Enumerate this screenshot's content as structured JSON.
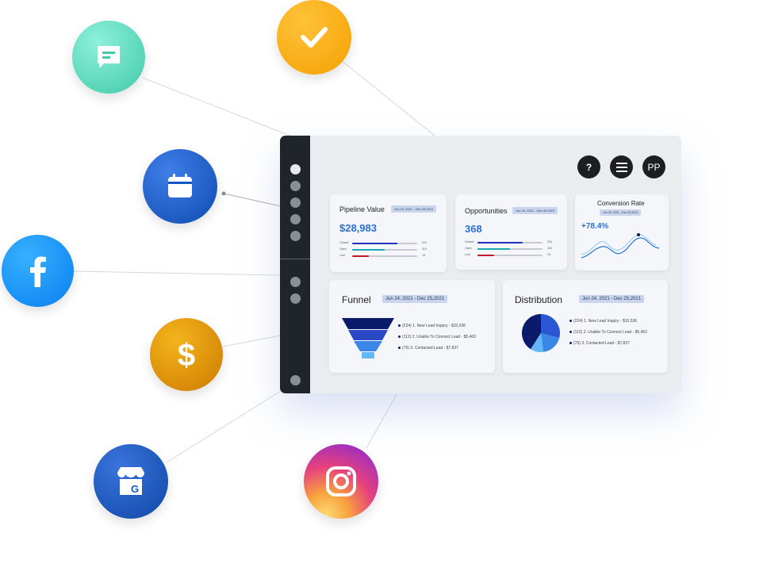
{
  "header": {
    "help_label": "?",
    "avatar_initials": "PP"
  },
  "integrations": [
    "chat-message",
    "checkmark",
    "calendar",
    "facebook",
    "dollar",
    "google-my-business",
    "instagram"
  ],
  "pipeline": {
    "title": "Pipeline Value",
    "badge": "Jun 24, 2021 - Dec 25,2021",
    "value": "$28,983",
    "rows": [
      {
        "label": "Closed",
        "count": "224",
        "fill": 0.7,
        "color": "#1e2fb8"
      },
      {
        "label": "Open",
        "count": "115",
        "fill": 0.5,
        "color": "#1aa7b8"
      },
      {
        "label": "Lost",
        "count": "15",
        "fill": 0.25,
        "color": "#c0192a"
      }
    ]
  },
  "opportunities": {
    "title": "Opportunities",
    "badge": "Jun 24, 2021 - Dec 25,2021",
    "value": "368",
    "rows": [
      {
        "label": "Closed",
        "count": "224",
        "fill": 0.7,
        "color": "#1e2fb8"
      },
      {
        "label": "Open",
        "count": "115",
        "fill": 0.5,
        "color": "#1aa7b8"
      },
      {
        "label": "Lost",
        "count": "15",
        "fill": 0.25,
        "color": "#c0192a"
      }
    ]
  },
  "conversion": {
    "title": "Conversion Rate",
    "badge": "Jun 24, 2021 - Dec 25,2021",
    "value": "+78.4%"
  },
  "funnel": {
    "title": "Funnel",
    "badge": "Jun 24, 2021 - Dec 25,2021",
    "items": [
      "(224) 1. New Lead Inquiry - $10,536",
      "(112) 2. Unable To Connect Lead - $5,463",
      "(76) 3. Contacted Lead - $7,837"
    ]
  },
  "distribution": {
    "title": "Distribution",
    "badge": "Jun 24, 2021 - Dec 25,2021",
    "items": [
      "(224) 1. New Lead Inquiry - $10,536",
      "(112) 2. Unable To Connect Lead - $5,462",
      "(76) 3. Contacted Lead - $7,837"
    ]
  }
}
